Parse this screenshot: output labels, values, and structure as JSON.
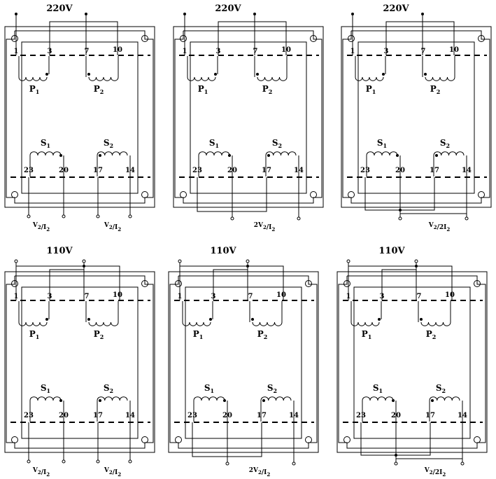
{
  "diagrams": [
    {
      "voltage": "220V",
      "primary": "series",
      "secondary": "separate",
      "pins": [
        "1",
        "3",
        "7",
        "10",
        "23",
        "20",
        "17",
        "14"
      ],
      "coils": [
        "P",
        "1",
        "P",
        "2",
        "S",
        "1",
        "S",
        "2"
      ],
      "outputs": [
        "V2/I2",
        "V2/I2"
      ]
    },
    {
      "voltage": "220V",
      "primary": "series",
      "secondary": "series",
      "pins": [
        "1",
        "3",
        "7",
        "10",
        "23",
        "20",
        "17",
        "14"
      ],
      "coils": [
        "P",
        "1",
        "P",
        "2",
        "S",
        "1",
        "S",
        "2"
      ],
      "outputs": [
        "2V2/I2"
      ]
    },
    {
      "voltage": "220V",
      "primary": "series",
      "secondary": "parallel",
      "pins": [
        "1",
        "3",
        "7",
        "10",
        "23",
        "20",
        "17",
        "14"
      ],
      "coils": [
        "P",
        "1",
        "P",
        "2",
        "S",
        "1",
        "S",
        "2"
      ],
      "outputs": [
        "V2/2I2"
      ]
    },
    {
      "voltage": "110V",
      "primary": "parallel",
      "secondary": "separate",
      "pins": [
        "1",
        "3",
        "7",
        "10",
        "23",
        "20",
        "17",
        "14"
      ],
      "coils": [
        "P",
        "1",
        "P",
        "2",
        "S",
        "1",
        "S",
        "2"
      ],
      "outputs": [
        "V2/I2",
        "V2/I2"
      ]
    },
    {
      "voltage": "110V",
      "primary": "parallel",
      "secondary": "series",
      "pins": [
        "1",
        "3",
        "7",
        "10",
        "23",
        "20",
        "17",
        "14"
      ],
      "coils": [
        "P",
        "1",
        "P",
        "2",
        "S",
        "1",
        "S",
        "2"
      ],
      "outputs": [
        "2V2/I2"
      ]
    },
    {
      "voltage": "110V",
      "primary": "parallel",
      "secondary": "parallel",
      "pins": [
        "1",
        "3",
        "7",
        "10",
        "23",
        "20",
        "17",
        "14"
      ],
      "coils": [
        "P",
        "1",
        "P",
        "2",
        "S",
        "1",
        "S",
        "2"
      ],
      "outputs": [
        "V2/2I2"
      ]
    }
  ]
}
